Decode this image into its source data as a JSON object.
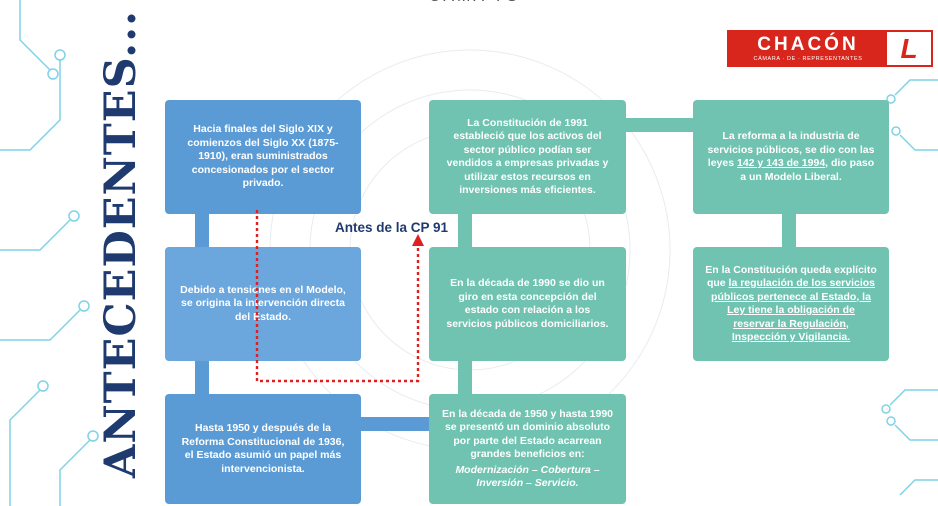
{
  "slide": {
    "top_fragment": "CAMA TO",
    "title": "ANTECEDENTES...",
    "logo": {
      "name": "CHACÓN",
      "subtitle": "CÁMARA · DE · REPRESENTANTES",
      "mark": "L",
      "accent_color": "#d8261c"
    },
    "annotation": "Antes de la CP 91",
    "colors": {
      "blue": "#5b9bd5",
      "teal": "#6fc3b0",
      "title": "#1f3a6e",
      "dotted_arrow": "#e02020"
    },
    "col1": [
      "Hacia finales del Siglo XIX y comienzos del Siglo XX (1875-1910), eran suministrados concesionados por el sector privado.",
      "Debido a tensiones en el Modelo, se origina la intervención directa del Estado.",
      "Hasta 1950 y después de la Reforma Constitucional de 1936, el Estado asumió un papel más intervencionista."
    ],
    "col2": [
      "La Constitución de 1991 estableció que los activos del sector público podían ser vendidos a empresas privadas y utilizar estos recursos en inversiones más eficientes.",
      "En la década de 1990 se dio un giro en esta concepción del estado con relación a los servicios públicos domiciliarios.",
      {
        "main": "En la década de 1950 y hasta 1990 se presentó un dominio absoluto por parte del Estado acarrean grandes beneficios en:",
        "emphasis": "Modernización – Cobertura – Inversión – Servicio."
      }
    ],
    "col3": [
      {
        "before": "La reforma a la industria de servicios públicos, se dio con las leyes ",
        "law": "142 y 143 de 1994",
        "after": ", dio paso a un Modelo Liberal."
      },
      {
        "before": "En la Constitución queda explícito que ",
        "underlined": "la regulación de los servicios públicos pertenece al Estado, la Ley tiene la obligación de reservar la Regulación, Inspección y Vigilancia."
      }
    ]
  }
}
